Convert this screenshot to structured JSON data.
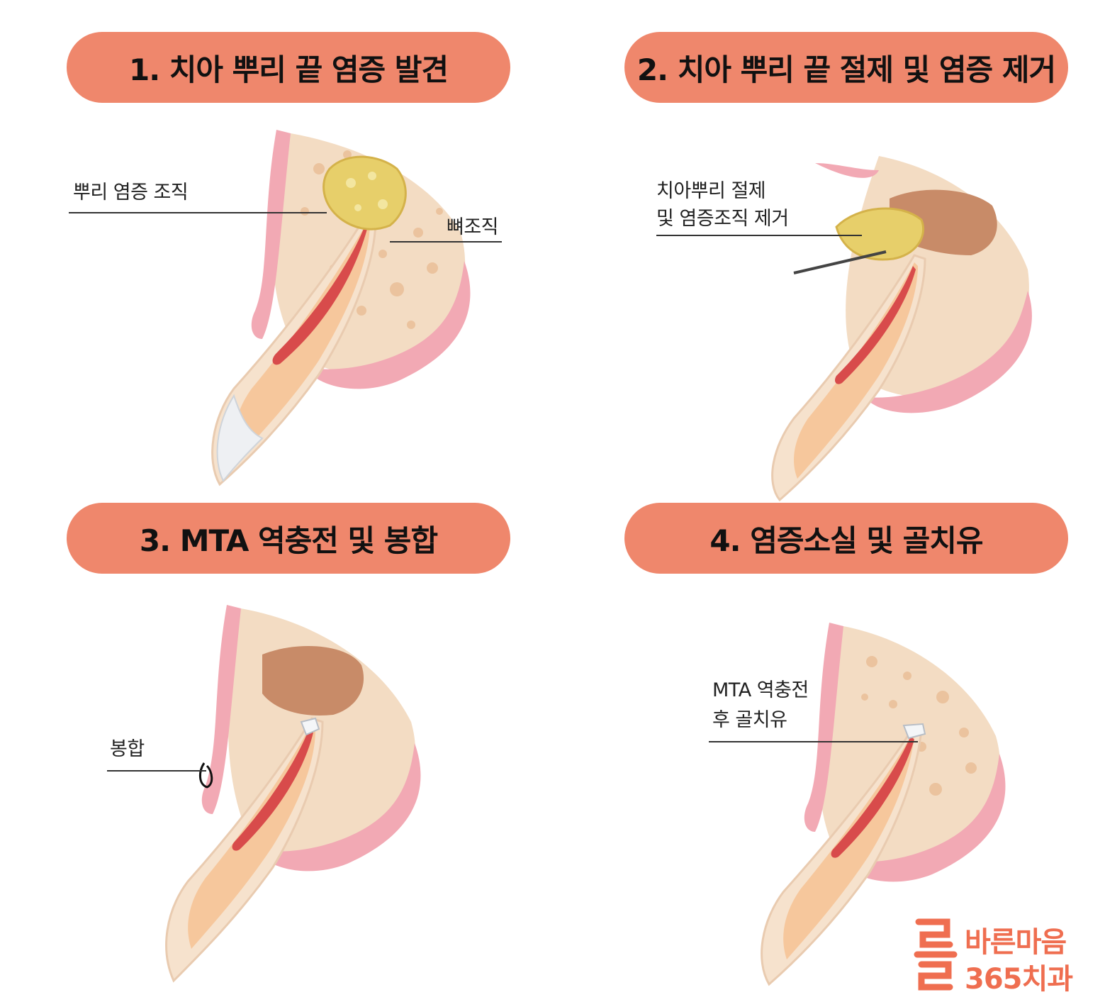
{
  "steps": [
    {
      "title": "1. 치아 뿌리 끝 염증 발견"
    },
    {
      "title": "2. 치아 뿌리 끝 절제 및 염증 제거"
    },
    {
      "title": "3. MTA 역충전 및 봉합"
    },
    {
      "title": "4. 염증소실 및 골치유"
    }
  ],
  "labels": {
    "root_inflammation": "뿌리 염증 조직",
    "bone_tissue": "뼈조직",
    "resection_line1": "치아뿌리 절제",
    "resection_line2": "및 염증조직 제거",
    "suture": "봉합",
    "healing_line1": "MTA 역충전",
    "healing_line2": "후 골치유"
  },
  "logo": {
    "line1": "바른마음",
    "line2": "365치과",
    "color": "#ef6e50"
  },
  "colors": {
    "pill": "#ef876c",
    "bone": "#f3dcc3",
    "gum": "#f2a9b4",
    "pulp": "#d84b4b",
    "dentin": "#f6c79c",
    "inflammation": "#e7cf6a"
  }
}
